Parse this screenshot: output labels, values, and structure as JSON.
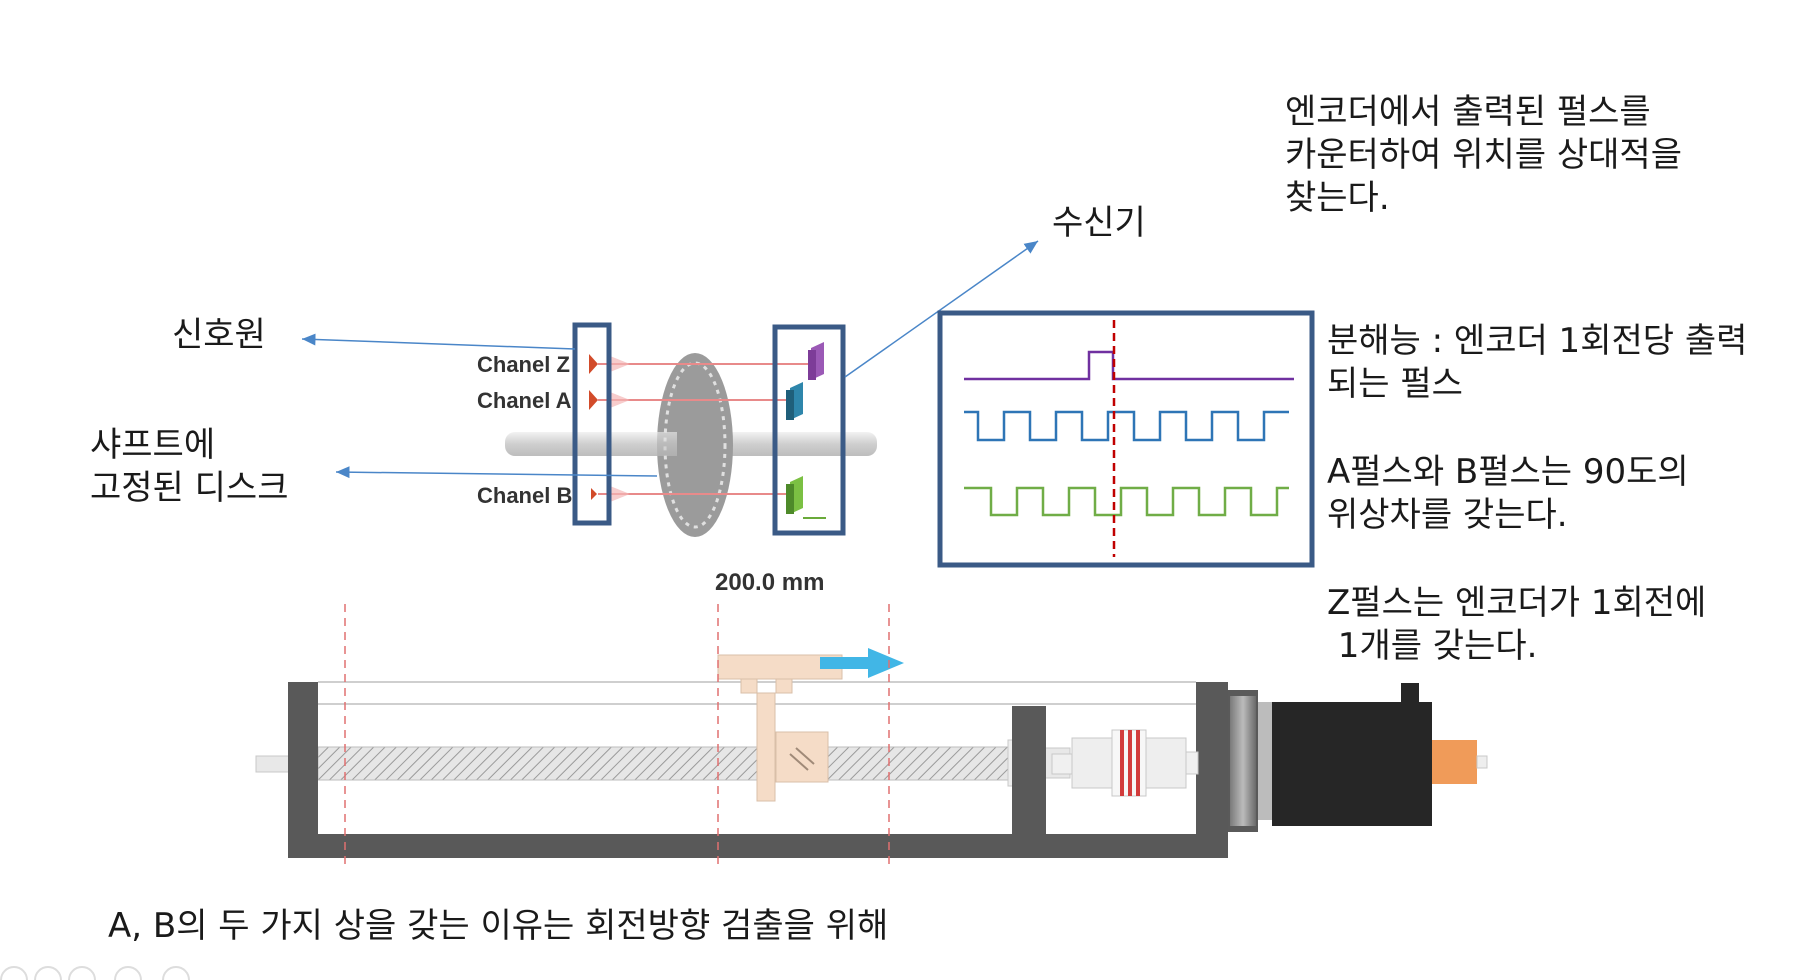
{
  "labels": {
    "signal_source": "신호원",
    "disk": [
      "샤프트에",
      "고정된 디스크"
    ],
    "receiver": "수신기",
    "chanel_z": "Chanel Z",
    "chanel_a": "Chanel A",
    "chanel_b": "Chanel B",
    "distance": "200.0 mm"
  },
  "notes": {
    "counter": [
      "엔코더에서 출력된 펄스를",
      "카운터하여 위치를 상대적을",
      "찾는다."
    ],
    "resolution": [
      "분해능 : 엔코더 1회전당 출력",
      "되는 펄스"
    ],
    "phase": [
      "A펄스와 B펄스는 90도의",
      "위상차를 갖는다."
    ],
    "z_pulse": [
      "Z펄스는 엔코더가 1회전에",
      " 1개를 갖는다."
    ],
    "direction": "A, B의 두 가지 상을 갖는 이유는 회전방향 검출을 위해"
  },
  "colors": {
    "frame_border": "#3a5a86",
    "z_signal": "#7030a0",
    "a_signal": "#2e75b6",
    "b_signal": "#70ad47",
    "marker": "#c00000",
    "arrow": "#4a86c8",
    "motion_arrow": "#41b6e6"
  }
}
